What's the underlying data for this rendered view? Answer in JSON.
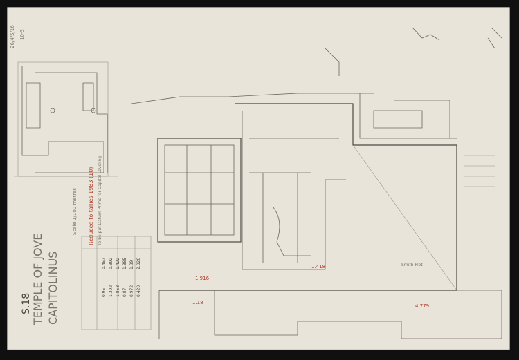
{
  "sheet": {
    "title_line1": "TEMPLE OF JOVE",
    "title_line2": "CAPITOLINUS",
    "sheet_code": "S.18",
    "scale_text": "Scale 1/100 metres",
    "red_note": "Reduced to tallies 1983 (10)",
    "red_sub": "To be put Datum Prime for Capitol Leveling",
    "top_ref": "26/4/5/16",
    "top_ref2": "10-3",
    "red_mark_1": "1.916",
    "red_mark_2": "1.418",
    "red_mark_3": "1.18",
    "red_mark_4": "4.779",
    "annot_1": "Smith Plot",
    "levels": [
      "0.95",
      "1.392",
      "1.853",
      "0.87",
      "0.972",
      "0.420",
      "0.457",
      "0.892",
      "1.422",
      "1.385",
      "1.89",
      "2.026"
    ]
  },
  "colors": {
    "paper": "#e9e4d9",
    "frame": "#101010",
    "pencil": "#6b6560",
    "red_ink": "#b23a25"
  }
}
